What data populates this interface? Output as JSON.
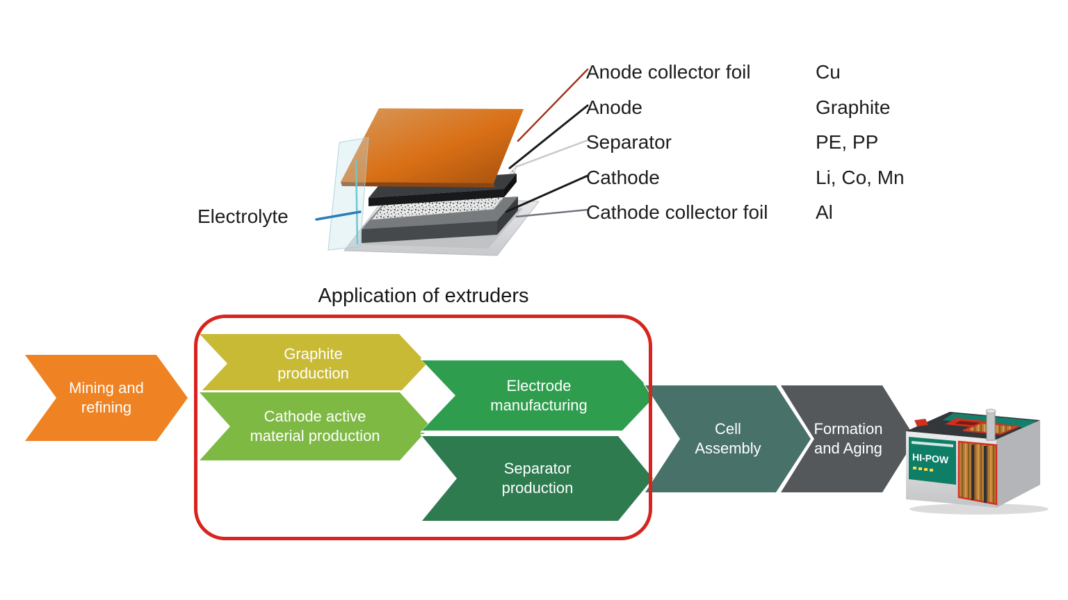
{
  "cell_diagram": {
    "electrolyte_label": "Electrolyte",
    "rows": [
      {
        "label": "Anode collector foil",
        "material": "Cu"
      },
      {
        "label": "Anode",
        "material": "Graphite"
      },
      {
        "label": "Separator",
        "material": "PE, PP"
      },
      {
        "label": "Cathode",
        "material": "Li, Co, Mn"
      },
      {
        "label": "Cathode collector foil",
        "material": "Al"
      }
    ]
  },
  "flow": {
    "title": "Application of extruders",
    "highlight_color": "#d7241e",
    "steps": [
      {
        "id": "mining-and-refining",
        "label": "Mining and\nrefining",
        "color": "#ef8222"
      },
      {
        "id": "graphite-production",
        "label": "Graphite\nproduction",
        "color": "#c9ba35"
      },
      {
        "id": "cathode-active-material-production",
        "label": "Cathode active\nmaterial production",
        "color": "#7eb944"
      },
      {
        "id": "electrode-manufacturing",
        "label": "Electrode\nmanufacturing",
        "color": "#2f9d4e"
      },
      {
        "id": "separator-production",
        "label": "Separator\nproduction",
        "color": "#2d7b4f"
      },
      {
        "id": "cell-assembly",
        "label": "Cell\nAssembly",
        "color": "#48716a"
      },
      {
        "id": "formation-and-aging",
        "label": "Formation\nand Aging",
        "color": "#54585b"
      }
    ],
    "battery_label": "HI-POW"
  }
}
